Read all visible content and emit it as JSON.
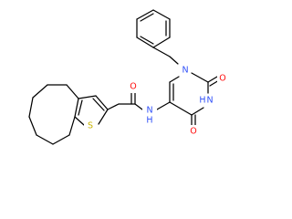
{
  "atoms": [
    {
      "id": "O_amide",
      "symbol": "O",
      "color": "#ff0d0d"
    },
    {
      "id": "S_thiophene",
      "symbol": "S",
      "color": "#c8b400"
    },
    {
      "id": "N_amide",
      "symbol": "N",
      "color": "#3050f8"
    },
    {
      "id": "H_amide",
      "symbol": "H",
      "color": "#3050f8"
    },
    {
      "id": "N1_pyrimidine",
      "symbol": "N",
      "color": "#3050f8"
    },
    {
      "id": "N3_pyrimidine",
      "symbol": "N",
      "color": "#3050f8"
    },
    {
      "id": "H_N3",
      "symbol": "H",
      "color": "#3050f8"
    },
    {
      "id": "O_C2",
      "symbol": "O",
      "color": "#ff0d0d"
    },
    {
      "id": "O_C4",
      "symbol": "O",
      "color": "#ff0d0d"
    }
  ]
}
